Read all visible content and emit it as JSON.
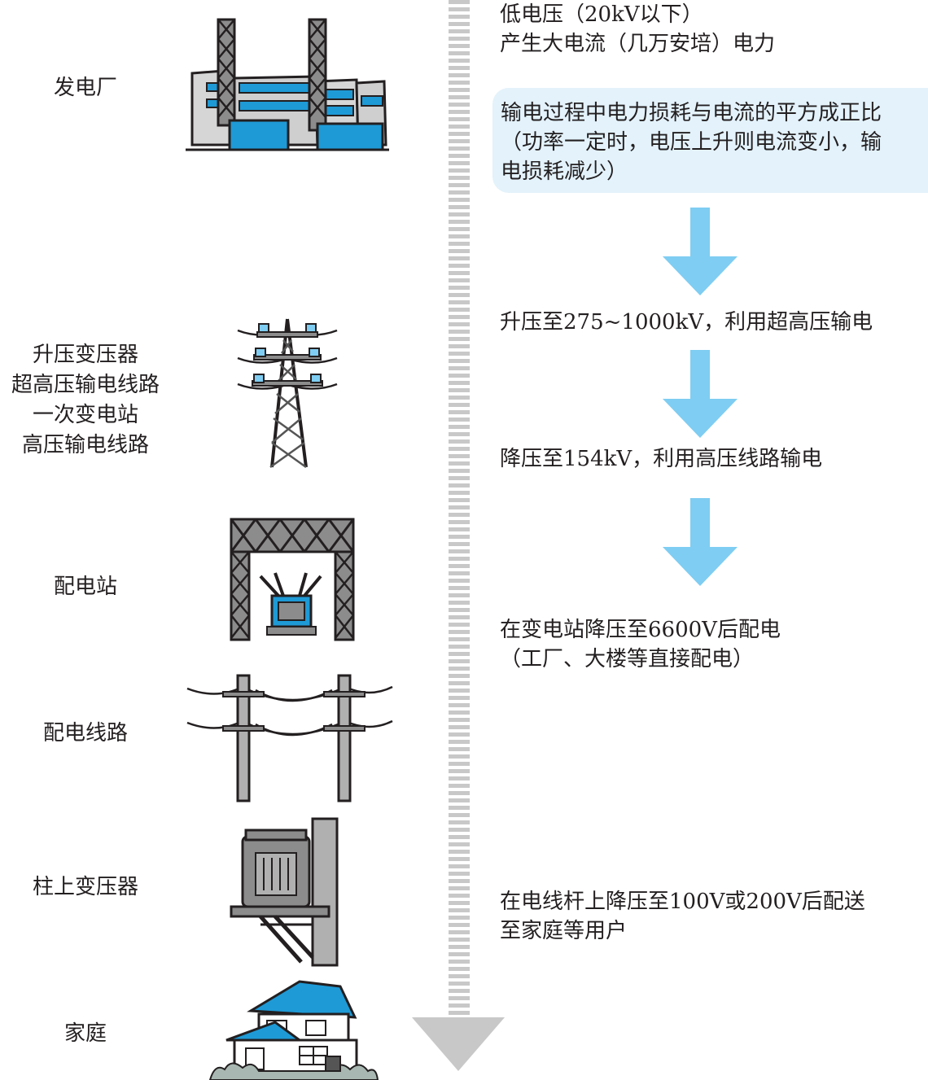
{
  "stages": {
    "plant": {
      "label": "发电厂",
      "desc_lines": [
        "低电压（20kV以下）",
        "产生大电流（几万安培）电力"
      ]
    },
    "callout_lines": [
      "输电过程中电力损耗与电流的平方成正比",
      "（功率一定时，电压上升则电流变小，输",
      "电损耗减少）"
    ],
    "step_up": {
      "label_lines": [
        "升压变压器",
        "超高压输电线路",
        "一次变电站",
        "高压输电线路"
      ],
      "desc": "升压至275~1000kV，利用超高压输电"
    },
    "high_voltage": {
      "desc": "降压至154kV，利用高压线路输电"
    },
    "substation": {
      "label": "配电站",
      "desc_lines": [
        "在变电站降压至6600V后配电",
        "（工厂、大楼等直接配电）"
      ]
    },
    "distribution_line": {
      "label": "配电线路"
    },
    "pole_transformer": {
      "label": "柱上变压器",
      "desc_lines": [
        "在电线杆上降压至100V或200V后配送",
        "至家庭等用户"
      ]
    },
    "home": {
      "label": "家庭"
    }
  },
  "colors": {
    "arrow_blue": "#7fcdf2",
    "icon_blue": "#1e9ad6",
    "callout_bg": "#e3f2fb",
    "timeline_gray": "#c8c8c8",
    "ink": "#231f20"
  }
}
